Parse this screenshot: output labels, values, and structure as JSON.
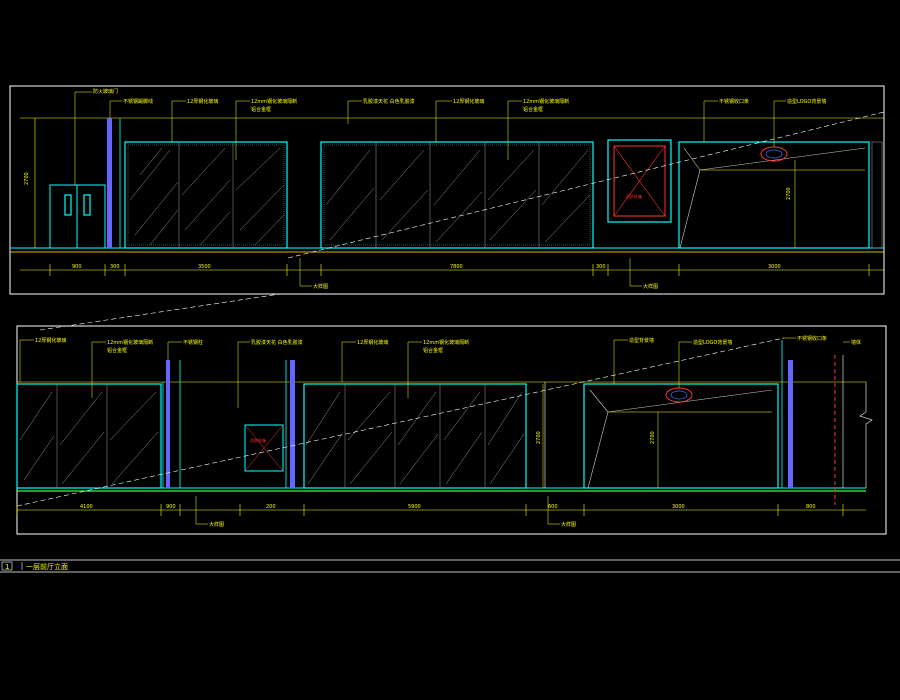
{
  "colors": {
    "background": "#000000",
    "frame": "#ffffff",
    "wall": "#00ffff",
    "dimension": "#ffff00",
    "accent_blue": "#6666ff",
    "hatch": "#cccccc",
    "alert": "#ff3333"
  },
  "sheet": {
    "caption_number": "1",
    "caption_title": "一层前厅立面"
  },
  "top_elevation": {
    "leader_labels": [
      "防火玻璃门",
      "不锈钢踢脚线",
      "12厚钢化玻璃",
      "12mm钢化玻璃隔断",
      "乳胶漆天花 白色乳胶漆",
      "12厚钢化玻璃",
      "12mm钢化玻璃隔断",
      "不锈钢收口条",
      "造型LOGO背景墙"
    ],
    "sub_labels": [
      "铝合金框",
      "铝合金框"
    ],
    "dimensions": [
      "900",
      "300",
      "3500",
      "7800",
      "300",
      "3000"
    ],
    "section_marks": [
      "大样图",
      "大样图"
    ],
    "vertical_dims": [
      "2700",
      "2700"
    ],
    "panel_note": "消防栓箱"
  },
  "bottom_elevation": {
    "leader_labels": [
      "12厚钢化玻璃",
      "12mm钢化玻璃隔断",
      "不锈钢柱",
      "乳胶漆天花 白色乳胶漆",
      "12厚钢化玻璃",
      "12mm钢化玻璃隔断",
      "造型背景墙",
      "造型LOGO背景墙",
      "不锈钢收口条",
      "墙体"
    ],
    "sub_labels": [
      "铝合金框",
      "铝合金框"
    ],
    "dimensions": [
      "4100",
      "900",
      "200",
      "5900",
      "600",
      "3000",
      "800"
    ],
    "section_marks": [
      "大样图",
      "大样图"
    ],
    "vertical_dims": [
      "2700",
      "2700"
    ],
    "panel_note": "消防栓箱"
  }
}
